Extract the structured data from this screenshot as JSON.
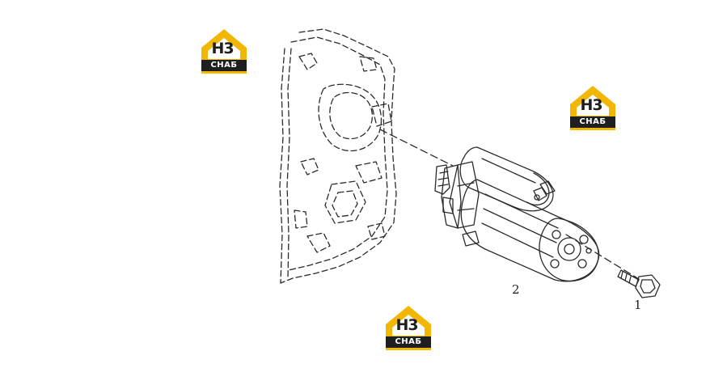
{
  "diagram": {
    "callouts": [
      {
        "id": "1",
        "label": "1"
      },
      {
        "id": "2",
        "label": "2"
      }
    ]
  },
  "watermark": {
    "mark": "H3",
    "caption": "CHAБ",
    "colors": {
      "roof": "#f2b705",
      "dark": "#1f1f1f"
    }
  },
  "colors": {
    "line": "#2a2a2a",
    "background": "#ffffff"
  }
}
